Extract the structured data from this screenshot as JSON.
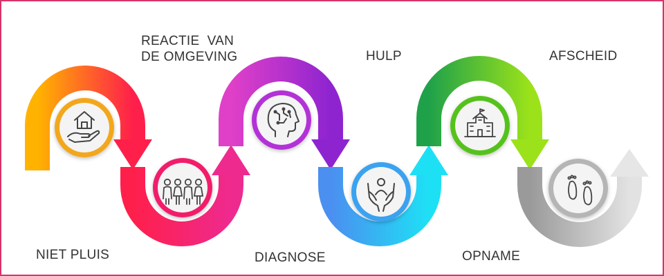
{
  "steps": [
    {
      "label": "NIET PLUIS",
      "icon": "house-in-hand-icon",
      "color_start": "#ffb300",
      "color_end": "#ff1f4b"
    },
    {
      "label": "REACTIE  VAN\nDE OMGEVING",
      "icon": "family-group-icon",
      "color_start": "#ff1f4b",
      "color_end": "#ee2a8f"
    },
    {
      "label": "DIAGNOSE",
      "icon": "brain-head-icon",
      "color_start": "#e040c8",
      "color_end": "#8e24d0"
    },
    {
      "label": "HULP",
      "icon": "caring-hands-icon",
      "color_start": "#8e24d0",
      "color_end": "#1ec8f0"
    },
    {
      "label": "OPNAME",
      "icon": "hospital-building-icon",
      "color_start": "#1fa14a",
      "color_end": "#9be21a"
    },
    {
      "label": "AFSCHEID",
      "icon": "footprints-icon",
      "color_start": "#9be21a",
      "color_end": "#d8d8d8"
    }
  ],
  "colors": {
    "border": "#d6336c",
    "text": "#333333",
    "icon_stroke": "#444444"
  }
}
